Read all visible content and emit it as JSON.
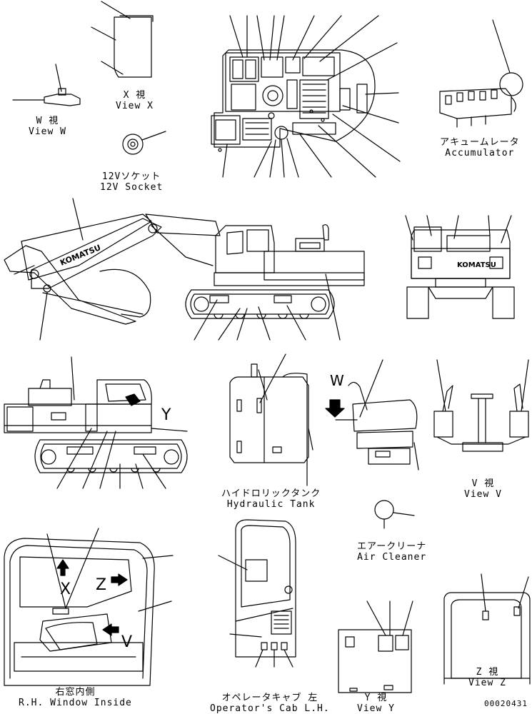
{
  "labels": {
    "view_x": {
      "jp": "X 視",
      "en": "View X"
    },
    "view_w": {
      "jp": "W 視",
      "en": "View W"
    },
    "socket": {
      "jp": "12Vソケット",
      "en": "12V Socket"
    },
    "accumulator": {
      "jp": "アキュームレータ",
      "en": "Accumulator"
    },
    "hydraulic_tank": {
      "jp": "ハイドロリックタンク",
      "en": "Hydraulic Tank"
    },
    "view_v": {
      "jp": "V 視",
      "en": "View V"
    },
    "air_cleaner": {
      "jp": "エアークリーナ",
      "en": "Air Cleaner"
    },
    "rh_window": {
      "jp": "右窓内側",
      "en": "R.H. Window Inside"
    },
    "cab_lh": {
      "jp": "オペレータキャブ 左",
      "en": "Operator's Cab L.H."
    },
    "view_y": {
      "jp": "Y 視",
      "en": "View Y"
    },
    "view_z": {
      "jp": "Z 視",
      "en": "View Z"
    }
  },
  "view_letters": {
    "y": "Y",
    "w": "W",
    "x": "X",
    "z": "Z",
    "v": "V"
  },
  "brand": "KOMATSU",
  "serial": "00020431"
}
